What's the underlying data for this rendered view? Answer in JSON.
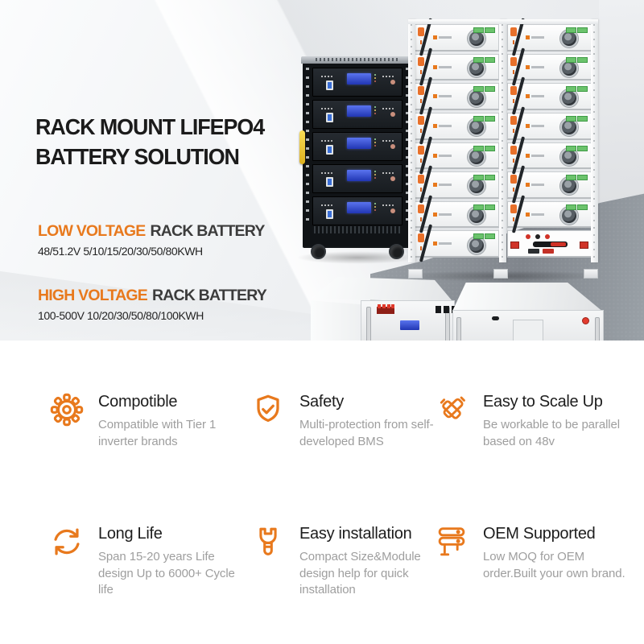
{
  "hero": {
    "title_line1": "RACK MOUNT LIFEPO4",
    "title_line2": "BATTERY SOLUTION",
    "low_voltage": {
      "highlight": "LOW VOLTAGE",
      "rest": "RACK BATTERY",
      "specs": "48/51.2V 5/10/15/20/30/50/80KWH"
    },
    "high_voltage": {
      "highlight": "HIGH VOLTAGE",
      "rest": "RACK BATTERY",
      "specs": "100-500V 10/20/30/50/80/100KWH"
    }
  },
  "features": [
    {
      "icon": "gear-icon",
      "title": "Compotible",
      "description": "Compatible with Tier 1 inverter brands"
    },
    {
      "icon": "shield-check-icon",
      "title": "Safety",
      "description": "Multi-protection from self-developed BMS"
    },
    {
      "icon": "crossed-batteries-icon",
      "title": "Easy to Scale Up",
      "description": "Be workable to be parallel based on 48v"
    },
    {
      "icon": "cycle-arrows-icon",
      "title": "Long Life",
      "description": "Span 15-20 years Life design Up to 6000+ Cycle life"
    },
    {
      "icon": "wrench-icon",
      "title": "Easy installation",
      "description": "Compact Size&Module design help for quick installation"
    },
    {
      "icon": "server-stack-icon",
      "title": "OEM Supported",
      "description": "Low MOQ for OEM order.Built your own brand."
    }
  ],
  "colors": {
    "accent_orange": "#E8791D",
    "title_text": "#1B1B1B",
    "muted_text": "#9E9E9E"
  }
}
